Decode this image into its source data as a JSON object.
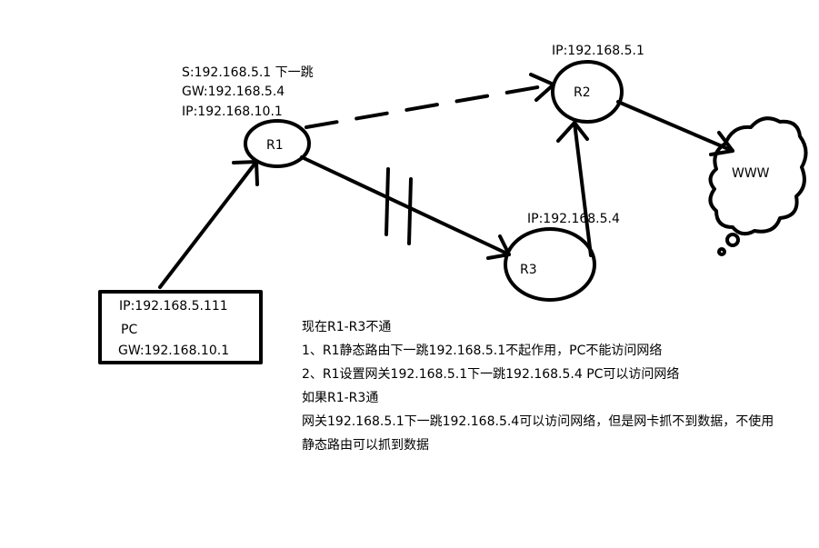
{
  "colors": {
    "ink": "#000000",
    "background": "#ffffff"
  },
  "nodes": {
    "r1": {
      "label": "R1"
    },
    "r2": {
      "label": "R2"
    },
    "r3": {
      "label": "R3"
    },
    "internet": {
      "label": "WWW",
      "icon": "cloud-icon"
    },
    "pc": {
      "ip": "IP:192.168.5.111",
      "label": "PC",
      "gw": "GW:192.168.10.1"
    }
  },
  "labels": {
    "r1_static": "S:192.168.5.1 下一跳",
    "r1_gw": "GW:192.168.5.4",
    "r1_ip": "IP:192.168.10.1",
    "r2_ip": "IP:192.168.5.1",
    "r3_ip": "IP:192.168.5.4"
  },
  "notes": [
    "现在R1-R3不通",
    "1、R1静态路由下一跳192.168.5.1不起作用，PC不能访问网络",
    "2、R1设置网关192.168.5.1下一跳192.168.5.4 PC可以访问网络",
    "如果R1-R3通",
    "网关192.168.5.1下一跳192.168.5.4可以访问网络，但是网卡抓不到数据，不使用",
    "静态路由可以抓到数据"
  ]
}
